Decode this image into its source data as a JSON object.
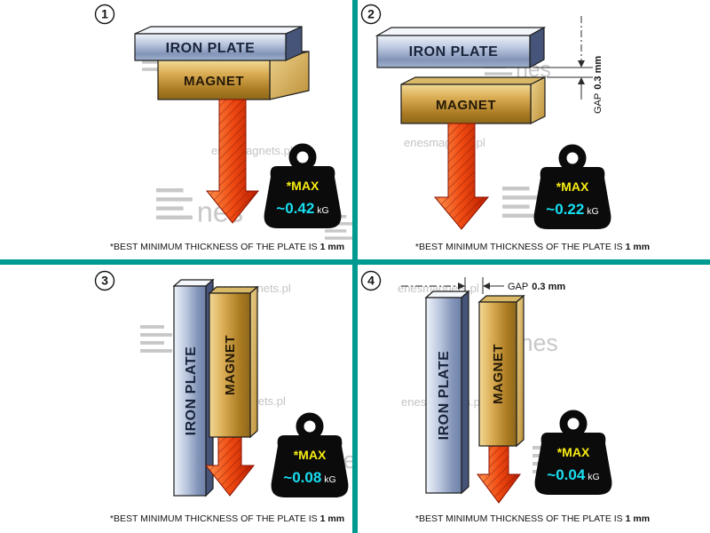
{
  "colors": {
    "divider_teal": "#009a90",
    "max_yellow": "#f7ec13",
    "value_cyan": "#17dff2",
    "arrow_red": "#e03000",
    "magnet_gold": "#c89a3f",
    "plate_steel": "#9fb0cc"
  },
  "watermark": {
    "site": "enesmagnets.pl",
    "logo_text": "nes"
  },
  "labels": {
    "iron_plate": "IRON PLATE",
    "magnet": "MAGNET",
    "max": "*MAX",
    "unit": "kG",
    "gap": "GAP",
    "gap_value": "0.3 mm"
  },
  "footnote": {
    "prefix": "*BEST MINIMUM THICKNESS OF THE PLATE IS",
    "bold": "1 mm"
  },
  "panels": [
    {
      "number": "1",
      "value": "~0.42",
      "layout": "horizontal plate on magnet, direct contact"
    },
    {
      "number": "2",
      "value": "~0.22",
      "layout": "horizontal plate above magnet",
      "gap": "0.3 mm"
    },
    {
      "number": "3",
      "value": "~0.08",
      "layout": "vertical plate beside magnet, direct contact"
    },
    {
      "number": "4",
      "value": "~0.04",
      "layout": "vertical plate beside magnet",
      "gap": "0.3 mm"
    }
  ]
}
